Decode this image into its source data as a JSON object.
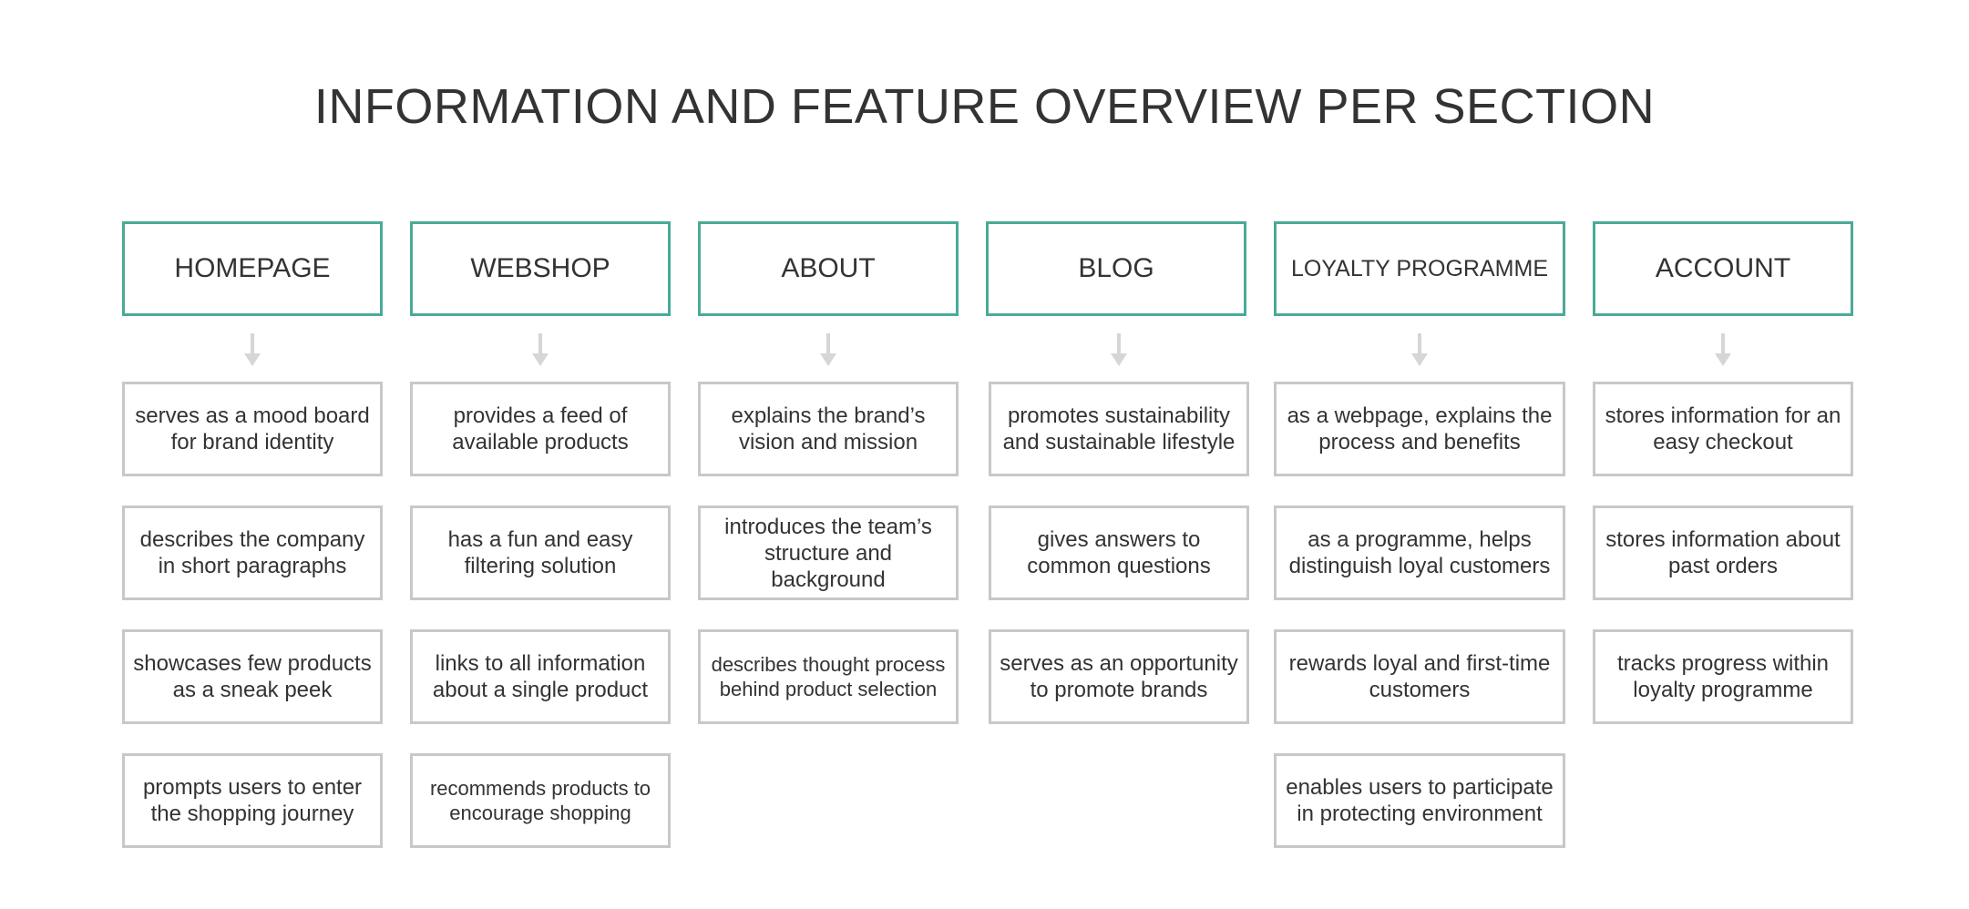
{
  "title": "INFORMATION AND FEATURE OVERVIEW PER SECTION",
  "colors": {
    "header_border": "#4aaa98",
    "item_border": "#c8c8c8",
    "arrow": "#d6d6d6",
    "text": "#333333"
  },
  "columns": [
    {
      "heading": "HOMEPAGE",
      "items": [
        "serves as a mood board for brand identity",
        "describes the company in short paragraphs",
        "showcases few products as a sneak peek",
        "prompts users to enter the shopping journey"
      ]
    },
    {
      "heading": "WEBSHOP",
      "items": [
        "provides a feed of available products",
        "has a fun and easy filtering solution",
        "links to all information about a single product",
        "recommends products to encourage shopping"
      ]
    },
    {
      "heading": "ABOUT",
      "items": [
        "explains the brand’s vision and mission",
        "introduces the team’s structure and background",
        "describes thought process behind product selection"
      ]
    },
    {
      "heading": "BLOG",
      "items": [
        "promotes sustainability and sustainable lifestyle",
        "gives answers to common questions",
        "serves as an opportunity to promote brands"
      ]
    },
    {
      "heading": "LOYALTY PROGRAMME",
      "items": [
        "as a webpage, explains the process and benefits",
        "as a programme, helps distinguish loyal customers",
        "rewards loyal and first-time customers",
        "enables users to participate in protecting environment"
      ]
    },
    {
      "heading": "ACCOUNT",
      "items": [
        "stores information for an easy checkout",
        "stores information about past orders",
        "tracks progress within loyalty programme"
      ]
    }
  ]
}
